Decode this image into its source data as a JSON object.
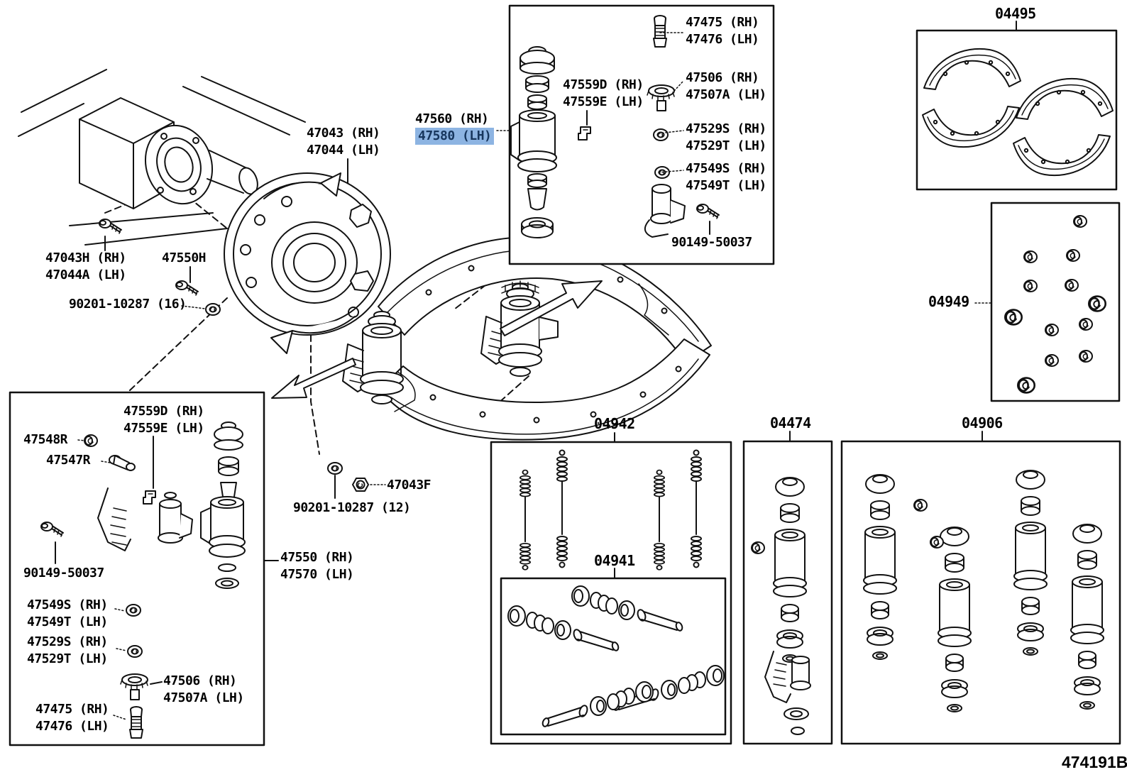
{
  "figure": {
    "code": "474191B"
  },
  "highlight": {
    "bg": "#8db4e2",
    "fg": "#17365d",
    "selected_part": "47580 (LH)"
  },
  "callouts": {
    "axle_bolt": {
      "rh": "47043H (RH)",
      "lh": "47044A (LH)"
    },
    "plate_set_bolt": "47550H",
    "washer_16": "90201-10287 (16)",
    "backing_plate": {
      "rh": "47043 (RH)",
      "lh": "47044 (LH)"
    },
    "wheel_cylinder": {
      "rh": "47560 (RH)",
      "lh": "47580 (LH)"
    },
    "nut_12": "90201-10287 (12)",
    "nut_f": "47043F",
    "adjuster": {
      "rh": "47550 (RH)",
      "lh": "47570 (LH)"
    },
    "kit_shoe": "04495",
    "kit_cup": "04949",
    "kit_spring": "04942",
    "kit_pin": "04941",
    "kit_cyl_single": "04474",
    "kit_cyl": "04906",
    "top_box": {
      "bleeder": {
        "rh": "47475 (RH)",
        "lh": "47476 (LH)"
      },
      "clip": {
        "rh": "47559D (RH)",
        "lh": "47559E (LH)"
      },
      "adjuster_wheel": {
        "rh": "47506 (RH)",
        "lh": "47507A (LH)"
      },
      "washer_s": {
        "rh": "47529S (RH)",
        "lh": "47529T (LH)"
      },
      "washer_t": {
        "rh": "47549S (RH)",
        "lh": "47549T (LH)"
      },
      "bolt": "90149-50037"
    },
    "left_box": {
      "clip": {
        "rh": "47559D (RH)",
        "lh": "47559E (LH)"
      },
      "plug": "47548R",
      "switch": "47547R",
      "bolt": "90149-50037",
      "washer_t": {
        "rh": "47549S (RH)",
        "lh": "47549T (LH)"
      },
      "washer_s": {
        "rh": "47529S (RH)",
        "lh": "47529T (LH)"
      },
      "adjuster_wheel": {
        "rh": "47506 (RH)",
        "lh": "47507A (LH)"
      },
      "bleeder": {
        "rh": "47475 (RH)",
        "lh": "47476 (LH)"
      }
    }
  }
}
